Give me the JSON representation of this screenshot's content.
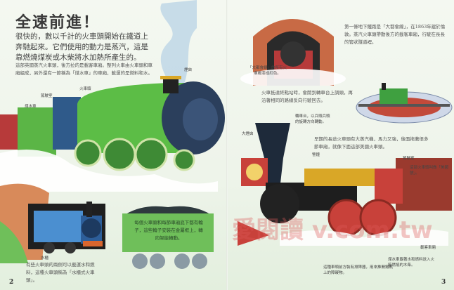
{
  "left_page": {
    "title": "全速前進！",
    "intro": "很快的，數以千計的火車頭開始在鐵道上奔馳起來。它們使用的動力是蒸汽，這是靠燃燒煤炭或木柴將水加熱所產生的。",
    "note": "這部英國蒸汽火車頭，後方拉的是載客車廂。整列火車由火車頭和車廂組成，另外還有一節稱為「煤水車」的車廂，載運的是燃料和水。",
    "labels": {
      "chimney": "煙囪",
      "locomotive": "火車頭",
      "cab": "駕駛室",
      "tender": "煤水車",
      "water_tank": "水櫃"
    },
    "tank_engine_caption": "有些火車頭的兩側可以載運水和燃料，這種火車頭稱為「水櫃式火車頭」。",
    "tender_caption": "每個火車頭和每節車廂底下都有輪子，這些輪子安裝在金屬框上，轉向架能轉動。",
    "page_number": "2"
  },
  "right_page": {
    "underground_text": "第一條地下鐵路是「大都會線」，在1863年建於倫敦。蒸汽火車頭帶動後方的載客車廂，行駛在長長的管狀隧道裡。",
    "tunnel_label": "「大都會線」的所有火車都漆成紅色。",
    "terminus_text": "火車抵達終點站時，會開到轉車台上調頭，再沿著相同的路線反向行駛回去。",
    "turntable_label": "轉車台，以兵頭兵頭的旋轉方向轉動。",
    "american_text": "早期的長途火車頭有大蒸汽機，馬力又強，後面拖著很多節車廂，就像下面這部美國火車頭。",
    "labels": {
      "big_chimney": "大煙囪",
      "bell": "警鐘",
      "cab": "駕駛室",
      "cab_note": "這部火車頭叫做「美國號」。",
      "passenger_car": "載客車廂",
      "headlamp_note": "這種車頭前方裝有排障器，用來推開鐵軌上的障礙物。",
      "tender_note": "煤水車載著水和燃料送入火箱燃燒的木柴。"
    },
    "page_number": "3"
  },
  "watermark": "愛閱讀 v.com.tw",
  "colors": {
    "background": "#eef4ea",
    "green_loco": "#4fae3a",
    "blue_engine": "#3c7fc0",
    "red_loco": "#c8413a",
    "gold": "#d9a727"
  }
}
